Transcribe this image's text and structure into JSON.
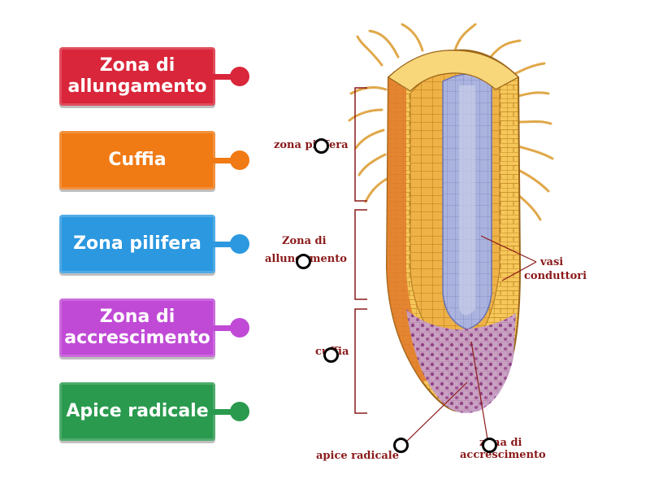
{
  "tiles": [
    {
      "label": "Zona di allungamento",
      "color": "#d9263a"
    },
    {
      "label": "Cuffia",
      "color": "#f07a14"
    },
    {
      "label": "Zona pilifera",
      "color": "#2b98e0"
    },
    {
      "label": "Zona di accrescimento",
      "color": "#c04ad6"
    },
    {
      "label": "Apice radicale",
      "color": "#2a9a4e"
    }
  ],
  "diagram": {
    "labels": {
      "zona_pilifera": "zona pilifera",
      "zona_allungamento_1": "Zona di",
      "zona_allungamento_2": "allungamento",
      "cuffia": "cuffia",
      "vasi_1": "vasi",
      "vasi_2": "conduttori",
      "apice": "apice radicale",
      "accrescimento_1": "zona di",
      "accrescimento_2": "accrescimento"
    }
  }
}
